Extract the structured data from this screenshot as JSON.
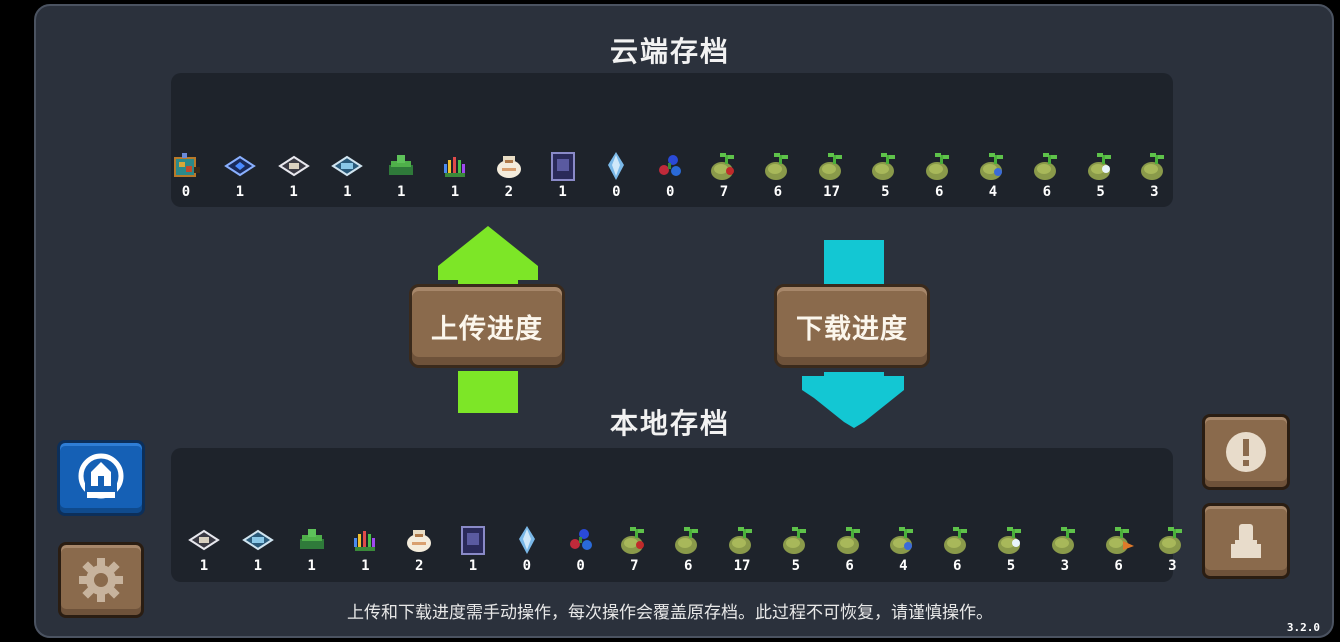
{
  "cloud": {
    "title": "云端存档",
    "items": [
      {
        "icon": "map-scroll-icon",
        "count": "0"
      },
      {
        "icon": "dark-blue-gem-icon",
        "count": "1"
      },
      {
        "icon": "grey-gem-icon",
        "count": "1"
      },
      {
        "icon": "blue-card-icon",
        "count": "1"
      },
      {
        "icon": "green-block-icon",
        "count": "1"
      },
      {
        "icon": "rainbow-plant-icon",
        "count": "1"
      },
      {
        "icon": "seed-bag-icon",
        "count": "2"
      },
      {
        "icon": "dark-book-icon",
        "count": "1"
      },
      {
        "icon": "crystal-icon",
        "count": "0"
      },
      {
        "icon": "berries-icon",
        "count": "0"
      },
      {
        "icon": "seed-pouch-red-icon",
        "count": "7"
      },
      {
        "icon": "seed-pouch-icon",
        "count": "6"
      },
      {
        "icon": "seed-pouch-icon",
        "count": "17"
      },
      {
        "icon": "seed-pouch-icon",
        "count": "5"
      },
      {
        "icon": "seed-pouch-icon",
        "count": "6"
      },
      {
        "icon": "seed-pouch-blue-icon",
        "count": "4"
      },
      {
        "icon": "seed-pouch-icon",
        "count": "6"
      },
      {
        "icon": "seed-pouch-white-icon",
        "count": "5"
      },
      {
        "icon": "seed-pouch-icon",
        "count": "3"
      }
    ]
  },
  "local": {
    "title": "本地存档",
    "items": [
      {
        "icon": "grey-gem-icon",
        "count": "1"
      },
      {
        "icon": "blue-card-icon",
        "count": "1"
      },
      {
        "icon": "green-block-icon",
        "count": "1"
      },
      {
        "icon": "rainbow-plant-icon",
        "count": "1"
      },
      {
        "icon": "seed-bag-icon",
        "count": "2"
      },
      {
        "icon": "dark-book-icon",
        "count": "1"
      },
      {
        "icon": "crystal-icon",
        "count": "0"
      },
      {
        "icon": "berries-icon",
        "count": "0"
      },
      {
        "icon": "seed-pouch-red-icon",
        "count": "7"
      },
      {
        "icon": "seed-pouch-icon",
        "count": "6"
      },
      {
        "icon": "seed-pouch-icon",
        "count": "17"
      },
      {
        "icon": "seed-pouch-icon",
        "count": "5"
      },
      {
        "icon": "seed-pouch-icon",
        "count": "6"
      },
      {
        "icon": "seed-pouch-blue-icon",
        "count": "4"
      },
      {
        "icon": "seed-pouch-icon",
        "count": "6"
      },
      {
        "icon": "seed-pouch-white-icon",
        "count": "5"
      },
      {
        "icon": "seed-pouch-icon",
        "count": "3"
      },
      {
        "icon": "seed-pouch-carrot-icon",
        "count": "6"
      },
      {
        "icon": "seed-pouch-icon",
        "count": "3"
      }
    ]
  },
  "actions": {
    "upload_label": "上传进度",
    "download_label": "下载进度"
  },
  "footer": {
    "notice": "上传和下载进度需手动操作，每次操作会覆盖原存档。此过程不可恢复，请谨慎操作。",
    "version": "3.2.0"
  },
  "colors": {
    "upload_arrow": "#7de627",
    "download_arrow": "#13c7d3",
    "wood": "#8a6a4c",
    "badge_blue": "#1560b5"
  }
}
